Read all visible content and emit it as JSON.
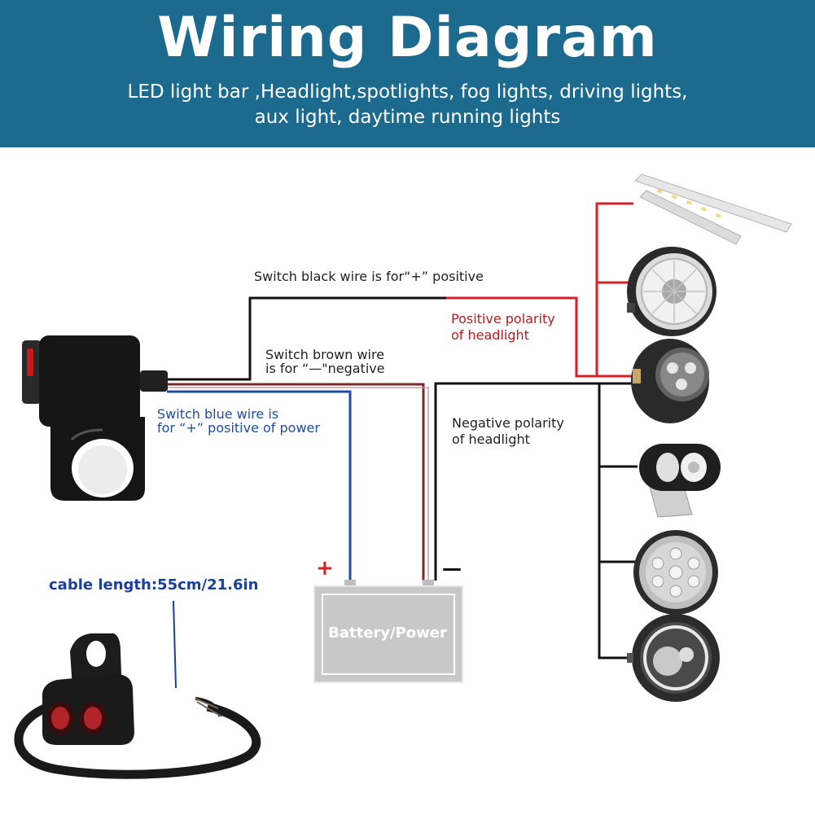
{
  "header": {
    "title": "Wiring Diagram",
    "subtitle_line1": "LED light bar ,Headlight,spotlights, fog lights, driving lights,",
    "subtitle_line2": "aux light, daytime running lights"
  },
  "labels": {
    "black_wire": "Switch black wire is for“+” positive",
    "positive_polarity_1": "Positive polarity",
    "positive_polarity_2": "of headlight",
    "brown_wire_1": "Switch brown wire",
    "brown_wire_2": "is for “—\"negative",
    "blue_wire_1": "Switch blue wire is",
    "blue_wire_2": "for “+” positive of power",
    "negative_polarity_1": "Negative polarity",
    "negative_polarity_2": "of headlight",
    "battery_plus": "+",
    "battery_minus": "—",
    "battery": "Battery/Power",
    "cable_length": "cable length:55cm/21.6in"
  },
  "colors": {
    "header_bg": "#1d6a8f",
    "positive_wire": "#d42027",
    "negative_wire": "#111111",
    "blue_wire": "#1e4ca8",
    "brown_wire": "#7a2a2a",
    "battery_fill": "#c8c8c8"
  },
  "icons": [
    "led-light-bar-icon",
    "round-headlight-icon",
    "spotlight-icon",
    "oval-fog-light-icon",
    "round-aux-light-icon",
    "halo-headlight-icon",
    "handlebar-switch-icon",
    "switch-with-cable-icon"
  ]
}
